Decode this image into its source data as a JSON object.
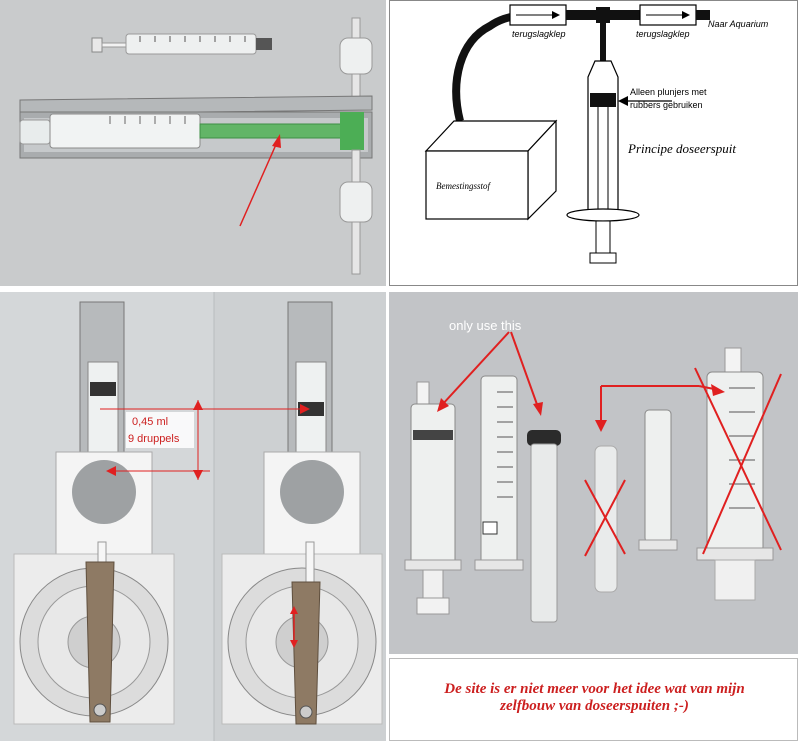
{
  "diagram": {
    "check_valve_label_left": "terugslagklep",
    "check_valve_label_right": "terugslagklep",
    "to_aquarium_label": "Naar Aquarium",
    "rubber_plunger_note": "Alleen plunjers met rubbers gebruiken",
    "principle_title": "Principe doseerspuit",
    "fertilizer_box_label": "Bemestingsstof"
  },
  "dosing_photo": {
    "volume_label": "0,45 ml",
    "drops_label": "9 druppels"
  },
  "syringes_photo": {
    "callout": "only use this"
  },
  "footer_note": {
    "line1": "De site is er niet meer voor het idee wat van mijn",
    "line2": "zelfbouw van doseerspuiten ;-)"
  },
  "colors": {
    "annotation_red": "#e02020",
    "note_red": "#cc1f1f"
  }
}
